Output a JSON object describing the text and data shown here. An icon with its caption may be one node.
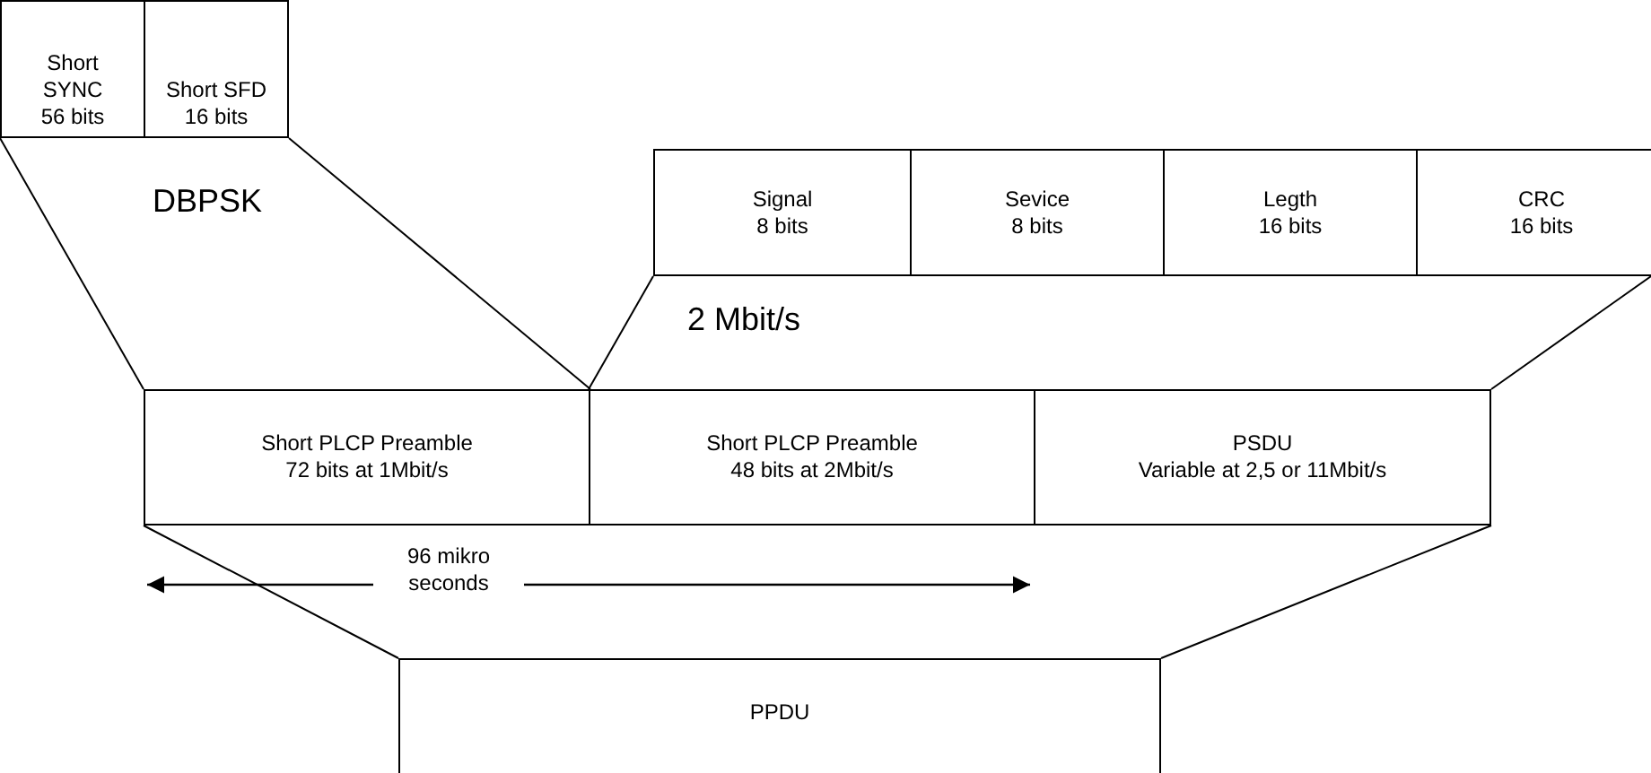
{
  "diagram": {
    "nodes": [
      {
        "text": [
          "Short SYNC",
          "56 bits"
        ]
      },
      {
        "text": [
          "Short SFD",
          "16 bits"
        ]
      },
      {
        "text": [
          "Signal",
          "8 bits"
        ]
      },
      {
        "text": [
          "Sevice",
          "8 bits"
        ]
      },
      {
        "text": [
          "Legth",
          "16 bits"
        ]
      },
      {
        "text": [
          "CRC",
          "16 bits"
        ]
      },
      {
        "text": [
          "Short PLCP Preamble",
          "72 bits at 1Mbit/s"
        ]
      },
      {
        "text": [
          "Short PLCP Preamble",
          "48 bits at 2Mbit/s"
        ]
      },
      {
        "text": [
          "PSDU",
          "Variable at 2,5 or 11Mbit/s"
        ]
      },
      {
        "text": [
          "PPDU"
        ]
      }
    ],
    "edges": [
      {
        "from": 0,
        "to": 6,
        "arrow": "none"
      },
      {
        "from": 1,
        "to": 6,
        "arrow": "none"
      },
      {
        "from": 2,
        "to": 7,
        "arrow": "none"
      },
      {
        "from": 5,
        "to": 8,
        "arrow": "none"
      },
      {
        "from": 6,
        "to": 9,
        "arrow": "none"
      },
      {
        "from": 8,
        "to": 9,
        "arrow": "none"
      }
    ],
    "labels": [
      "DBPSK",
      "2 Mbit/s",
      "96 mikro seconds"
    ]
  }
}
